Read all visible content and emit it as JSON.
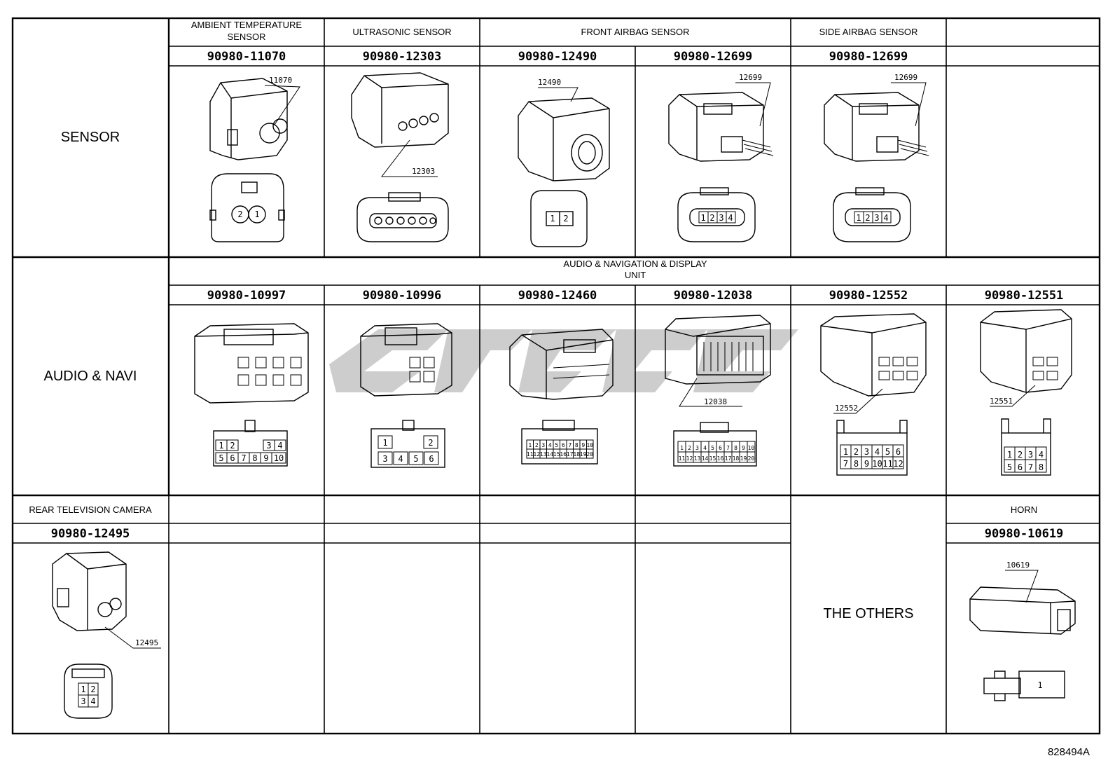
{
  "sections": {
    "sensor": "SENSOR",
    "audio": "AUDIO & NAVI",
    "others": "THE OTHERS"
  },
  "sensor_row": {
    "headers": [
      "AMBIENT TEMPERATURE\nSENSOR",
      "ULTRASONIC SENSOR",
      "FRONT AIRBAG SENSOR",
      "SIDE AIRBAG SENSOR"
    ],
    "header_ambient_1": "AMBIENT TEMPERATURE",
    "header_ambient_2": "SENSOR",
    "header_ultrasonic": "ULTRASONIC SENSOR",
    "header_front_airbag": "FRONT AIRBAG SENSOR",
    "header_side_airbag": "SIDE AIRBAG SENSOR",
    "parts": [
      "90980-11070",
      "90980-12303",
      "90980-12490",
      "90980-12699",
      "90980-12699"
    ],
    "callouts": [
      "11070",
      "12303",
      "12490",
      "12699",
      "12699"
    ]
  },
  "audio_row": {
    "header_1": "AUDIO & NAVIGATION & DISPLAY",
    "header_2": "UNIT",
    "parts": [
      "90980-10997",
      "90980-10996",
      "90980-12460",
      "90980-12038",
      "90980-12552",
      "90980-12551"
    ],
    "callouts": [
      "12038",
      "12552",
      "12551"
    ]
  },
  "others_row": {
    "camera_header": "REAR TELEVISION CAMERA",
    "camera_part": "90980-12495",
    "camera_callout": "12495",
    "horn_header": "HORN",
    "horn_part": "90980-10619",
    "horn_callout": "10619"
  },
  "pins": {
    "p11070": [
      "2",
      "1"
    ],
    "p12490": [
      "1",
      "2"
    ],
    "p12699": [
      "1",
      "2",
      "3",
      "4"
    ],
    "p10997": [
      "1",
      "2",
      "3",
      "4",
      "5",
      "6",
      "7",
      "8",
      "9",
      "10"
    ],
    "p10996": [
      "1",
      "2",
      "3",
      "4",
      "5",
      "6"
    ],
    "p12460": [
      "1",
      "2",
      "3",
      "4",
      "5",
      "6",
      "7",
      "8",
      "9",
      "10",
      "11",
      "12",
      "13",
      "14",
      "15",
      "16",
      "17",
      "18",
      "19",
      "20"
    ],
    "p12038": [
      "1",
      "2",
      "3",
      "4",
      "5",
      "6",
      "7",
      "8",
      "9",
      "10",
      "11",
      "12",
      "13",
      "14",
      "15",
      "16",
      "17",
      "18",
      "19",
      "20"
    ],
    "p12552": [
      "1",
      "2",
      "3",
      "4",
      "5",
      "6",
      "7",
      "8",
      "9",
      "10",
      "11",
      "12"
    ],
    "p12551": [
      "1",
      "2",
      "3",
      "4",
      "5",
      "6",
      "7",
      "8"
    ],
    "p12495": [
      "1",
      "2",
      "3",
      "4"
    ],
    "p10619": [
      "1"
    ]
  },
  "figure_ref": "828494A"
}
